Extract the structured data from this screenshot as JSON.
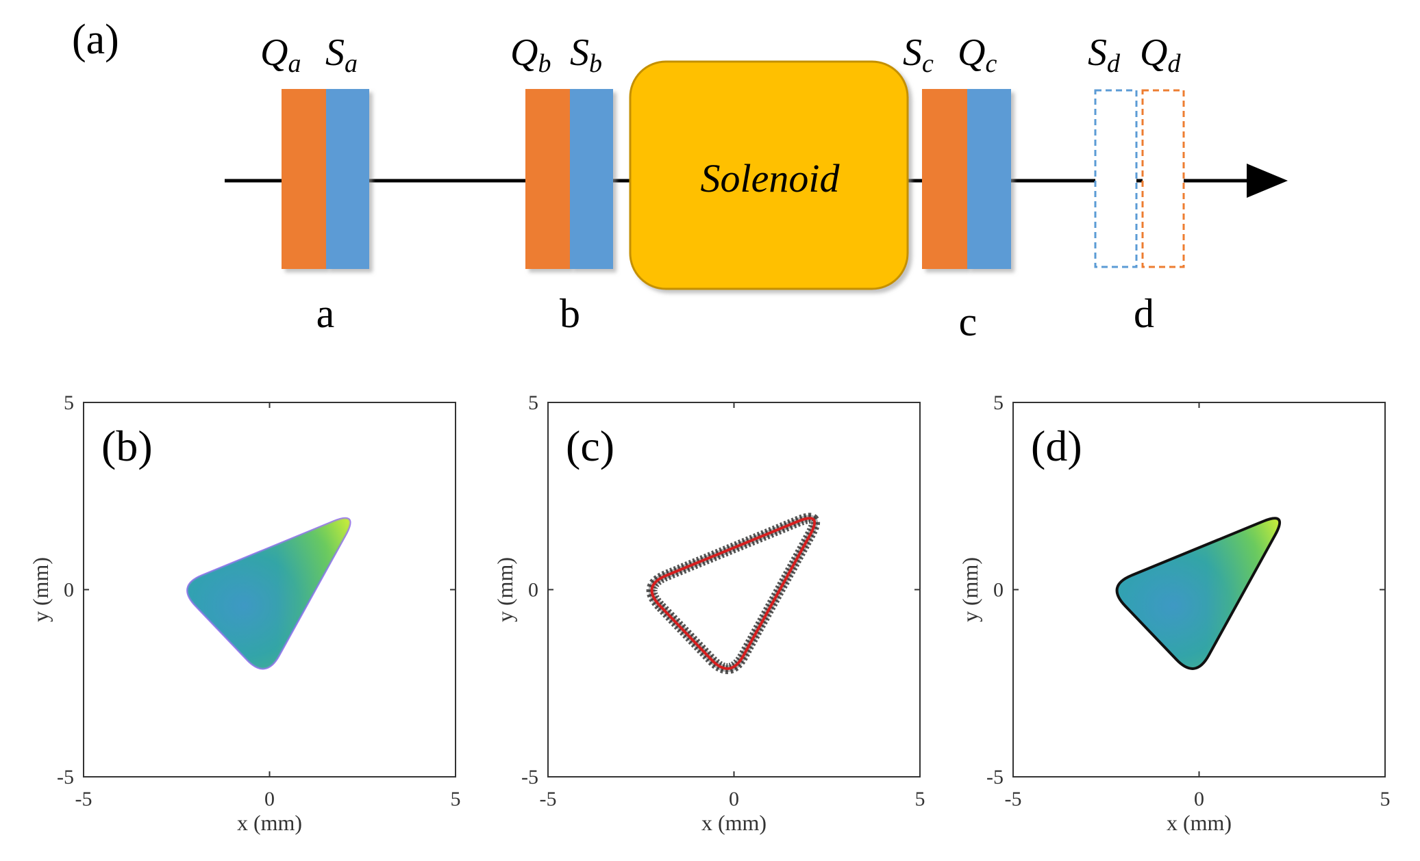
{
  "top_panel": {
    "label": "(a)",
    "solenoid_label": "Solenoid",
    "stations": [
      {
        "id": "a",
        "letter": "a",
        "elements": [
          {
            "symbol": "Q",
            "sub": "a"
          },
          {
            "symbol": "S",
            "sub": "a"
          }
        ]
      },
      {
        "id": "b",
        "letter": "b",
        "elements": [
          {
            "symbol": "Q",
            "sub": "b"
          },
          {
            "symbol": "S",
            "sub": "b"
          }
        ]
      },
      {
        "id": "c",
        "letter": "c",
        "elements": [
          {
            "symbol": "S",
            "sub": "c"
          },
          {
            "symbol": "Q",
            "sub": "c"
          }
        ]
      },
      {
        "id": "d",
        "letter": "d",
        "elements": [
          {
            "symbol": "S",
            "sub": "d"
          },
          {
            "symbol": "Q",
            "sub": "d"
          }
        ]
      }
    ],
    "colors": {
      "quad": "#ED7D31",
      "sext": "#5B9BD5",
      "solenoid": "#FFC000",
      "solenoid_edge": "#C49000"
    }
  },
  "plots": [
    {
      "id": "b",
      "label": "(b)",
      "xlabel": "x (mm)",
      "ylabel": "y (mm)",
      "xticks": [
        "-5",
        "0",
        "5"
      ],
      "yticks": [
        "5",
        "0",
        "-5"
      ],
      "style": "filled"
    },
    {
      "id": "c",
      "label": "(c)",
      "xlabel": "x (mm)",
      "ylabel": "y (mm)",
      "xticks": [
        "-5",
        "0",
        "5"
      ],
      "yticks": [
        "5",
        "0",
        "-5"
      ],
      "style": "outline"
    },
    {
      "id": "d",
      "label": "(d)",
      "xlabel": "x (mm)",
      "ylabel": "y (mm)",
      "xticks": [
        "-5",
        "0",
        "5"
      ],
      "yticks": [
        "5",
        "0",
        "-5"
      ],
      "style": "filled-outlined"
    }
  ],
  "beam_shape": {
    "units": "mm",
    "xlim": [
      -5,
      5
    ],
    "ylim": [
      -5,
      5
    ],
    "vertices": [
      [
        -2.5,
        0.1
      ],
      [
        2.4,
        2.1
      ],
      [
        -0.1,
        -2.4
      ]
    ]
  }
}
